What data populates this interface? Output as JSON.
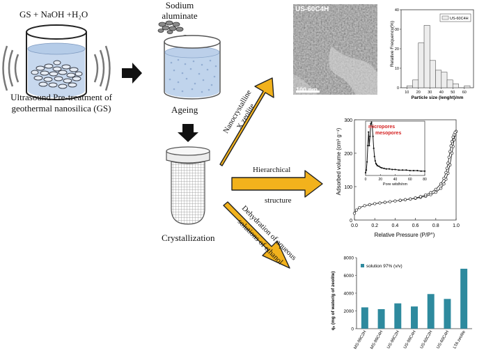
{
  "labels": {
    "reagents": "GS  + NaOH +H₂O",
    "sodium_aluminate_line1": "Sodium",
    "sodium_aluminate_line2": "aluminate",
    "ultrasound_line1": "Ultrasound  Pre-treatment of",
    "ultrasound_line2": "geothermal nanosilica (GS)",
    "ageing": "Ageing",
    "crystallization": "Crystallization",
    "arrow_nano_line1": "Nanocrystalline",
    "arrow_nano_line2": "X zeolite",
    "arrow_hier_line1": "Hierarchical",
    "arrow_hier_line2": "structure",
    "arrow_dehyd_line1": "Dehydration of aqueous",
    "arrow_dehyd_line2": "solutions of ethanol"
  },
  "tem": {
    "sample_label": "US-60C4H",
    "scale_bar": "100 nm"
  },
  "colors": {
    "arrow_fill": "#F2B21C",
    "bar_fill": "#2E8A9E",
    "beaker_water": "#C7D8EE"
  },
  "chart_data": [
    {
      "type": "bar",
      "title": "",
      "legend": [
        "US-60C4H"
      ],
      "legend_position": "top-right",
      "xlabel": "Particle size (lenght)/nm",
      "ylabel": "Relative Frequency(%)",
      "x_ticks": [
        "10",
        "20",
        "30",
        "40",
        "50",
        "60"
      ],
      "y_ticks": [
        "0",
        "10",
        "20",
        "30",
        "40"
      ],
      "bin_centers": [
        12.5,
        17.5,
        22.5,
        27.5,
        32.5,
        37.5,
        42.5,
        47.5,
        52.5,
        62.5
      ],
      "values": [
        1,
        4,
        23,
        32,
        14,
        9,
        8,
        4,
        2,
        1
      ],
      "xlim": [
        5,
        68
      ],
      "ylim": [
        0,
        40
      ]
    },
    {
      "type": "line",
      "title": "",
      "xlabel": "Relative Pressure (P/P°)",
      "ylabel": "Adsorbed volume (cm³ g⁻¹)",
      "x_ticks": [
        "0.0",
        "0.2",
        "0.4",
        "0.6",
        "0.8",
        "1.0"
      ],
      "y_ticks": [
        "0",
        "100",
        "200",
        "300"
      ],
      "xlim": [
        0,
        1
      ],
      "ylim": [
        0,
        300
      ],
      "series": [
        {
          "x": [
            0.0,
            0.02,
            0.05,
            0.1,
            0.15,
            0.2,
            0.25,
            0.3,
            0.35,
            0.4,
            0.45,
            0.5,
            0.55,
            0.6,
            0.65,
            0.7,
            0.75,
            0.8,
            0.85,
            0.88,
            0.9,
            0.92,
            0.94,
            0.96,
            0.97,
            0.98,
            0.99,
            1.0
          ],
          "y": [
            20,
            30,
            37,
            43,
            46,
            49,
            51,
            53,
            55,
            57,
            59,
            61,
            63,
            65,
            68,
            71,
            76,
            83,
            95,
            108,
            122,
            140,
            165,
            200,
            220,
            240,
            255,
            265
          ]
        },
        {
          "x": [
            1.0,
            0.99,
            0.98,
            0.97,
            0.96,
            0.95,
            0.94,
            0.93,
            0.92,
            0.91,
            0.9,
            0.88,
            0.85,
            0.8,
            0.75,
            0.7,
            0.65,
            0.6,
            0.55,
            0.5,
            0.45
          ],
          "y": [
            265,
            262,
            255,
            248,
            235,
            222,
            205,
            188,
            170,
            155,
            142,
            125,
            108,
            92,
            82,
            75,
            70,
            66,
            63,
            61,
            59
          ]
        }
      ],
      "inset": {
        "xlabel": "Pore witdh/nm",
        "x_ticks": [
          "0",
          "20",
          "40",
          "60",
          "80"
        ],
        "annotations": [
          "micropores",
          "mesopores"
        ],
        "xlim": [
          0,
          80
        ],
        "ylim": [
          0,
          1
        ],
        "x": [
          0,
          1,
          2,
          3,
          4,
          5,
          6,
          7,
          8,
          9,
          10,
          11,
          12,
          13,
          14,
          15,
          16,
          18,
          20,
          22,
          25,
          28,
          32,
          36,
          40,
          45,
          50,
          55,
          60,
          65,
          70,
          75,
          80
        ],
        "y": [
          0.05,
          0.1,
          0.25,
          0.55,
          0.8,
          0.55,
          0.72,
          0.95,
          0.98,
          0.9,
          0.72,
          0.5,
          0.35,
          0.27,
          0.22,
          0.2,
          0.18,
          0.17,
          0.15,
          0.14,
          0.13,
          0.12,
          0.12,
          0.11,
          0.11,
          0.1,
          0.1,
          0.1,
          0.09,
          0.09,
          0.09,
          0.08,
          0.08
        ]
      }
    },
    {
      "type": "bar",
      "title": "",
      "legend": [
        "solution 97% (v/v)"
      ],
      "legend_position": "top-left",
      "ylabel": "qₑ (mg of water/g of zeolite)",
      "categories": [
        "MS-99C2H",
        "MS-99C4H",
        "US-99C2H",
        "US-99C4H",
        "US-60C2H",
        "US-60C4H",
        "LTA zeolite"
      ],
      "values": [
        2400,
        2200,
        2850,
        2500,
        3900,
        3350,
        6750
      ],
      "y_ticks": [
        "0",
        "2000",
        "4000",
        "6000",
        "8000"
      ],
      "ylim": [
        0,
        8000
      ]
    }
  ]
}
